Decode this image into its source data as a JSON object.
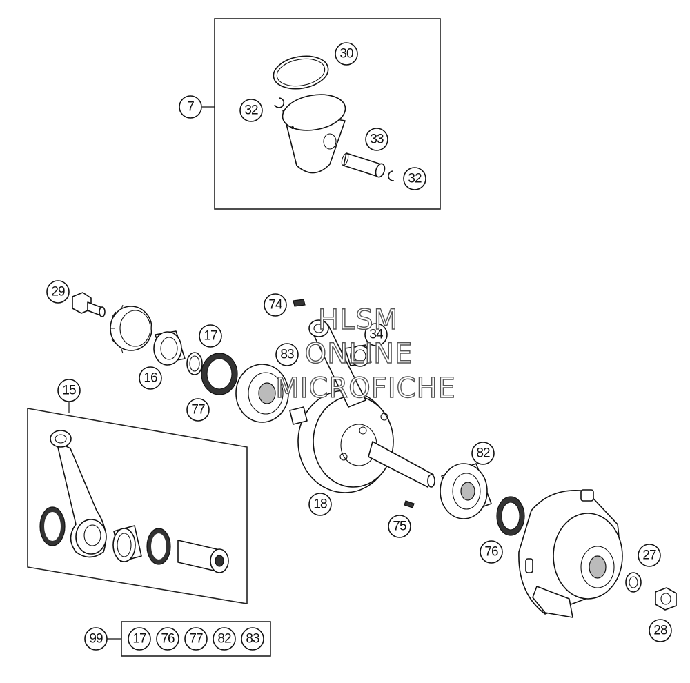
{
  "callouts": {
    "c7": "7",
    "c30": "30",
    "c32a": "32",
    "c32b": "32",
    "c33": "33",
    "c29": "29",
    "c74": "74",
    "c17": "17",
    "c34": "34",
    "c83": "83",
    "c16": "16",
    "c77": "77",
    "c15": "15",
    "c82": "82",
    "c18": "18",
    "c75": "75",
    "c76": "76",
    "c27": "27",
    "c28": "28"
  },
  "kit": {
    "kit_number": "99",
    "items": [
      "17",
      "76",
      "77",
      "82",
      "83"
    ]
  },
  "watermark": {
    "line1": "HLSM",
    "line2": "ONLINE",
    "line3": "MICROFICHE"
  }
}
